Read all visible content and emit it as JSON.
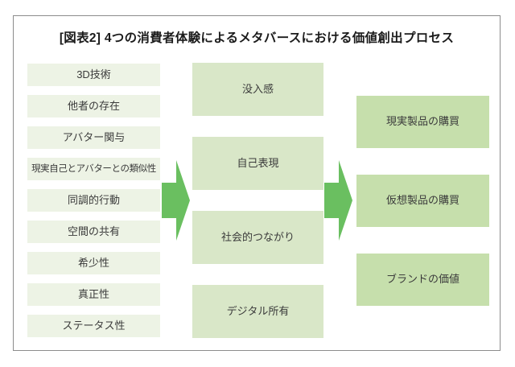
{
  "title": "[図表2] 4つの消費者体験によるメタバースにおける価値創出プロセス",
  "left_boxes": [
    "3D技術",
    "他者の存在",
    "アバター関与",
    "現実自己とアバターとの類似性",
    "同調的行動",
    "空間の共有",
    "希少性",
    "真正性",
    "ステータス性"
  ],
  "middle_boxes": [
    "没入感",
    "自己表現",
    "社会的つながり",
    "デジタル所有"
  ],
  "right_boxes": [
    "現実製品の購買",
    "仮想製品の購買",
    "ブランドの価値"
  ],
  "colors": {
    "left_box": "#edf3e5",
    "middle_box": "#d9e7c8",
    "right_box": "#c6dfac",
    "arrow": "#6abf60",
    "frame_border": "#8c8c8c",
    "text": "#3b3b3b",
    "title_text": "#1b1b1b"
  }
}
